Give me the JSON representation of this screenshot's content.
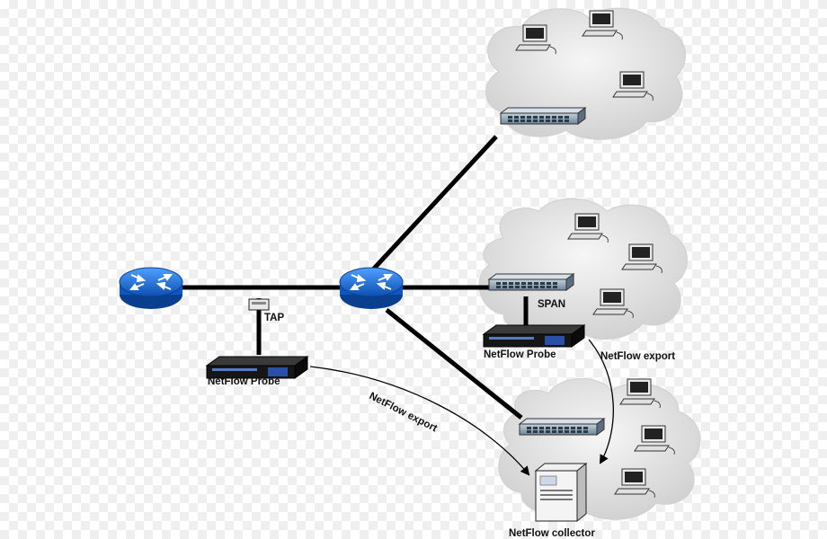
{
  "diagram": {
    "labels": {
      "tap": "TAP",
      "span": "SPAN",
      "probe_left": "NetFlow Probe",
      "probe_right": "NetFlow Probe",
      "export_left": "NetFlow export",
      "export_right": "NetFlow export",
      "collector": "NetFlow collector"
    },
    "colors": {
      "router": "#1f6fd1",
      "link": "#000000",
      "cloud": "#dcdcdc",
      "switch": "#8ea2b4",
      "probe": "#1a1a1a",
      "probe_accent": "#2a4fa8"
    },
    "icons": [
      "router-icon",
      "switch-icon",
      "tap-icon",
      "workstation-icon",
      "server-icon",
      "cloud-icon"
    ]
  }
}
